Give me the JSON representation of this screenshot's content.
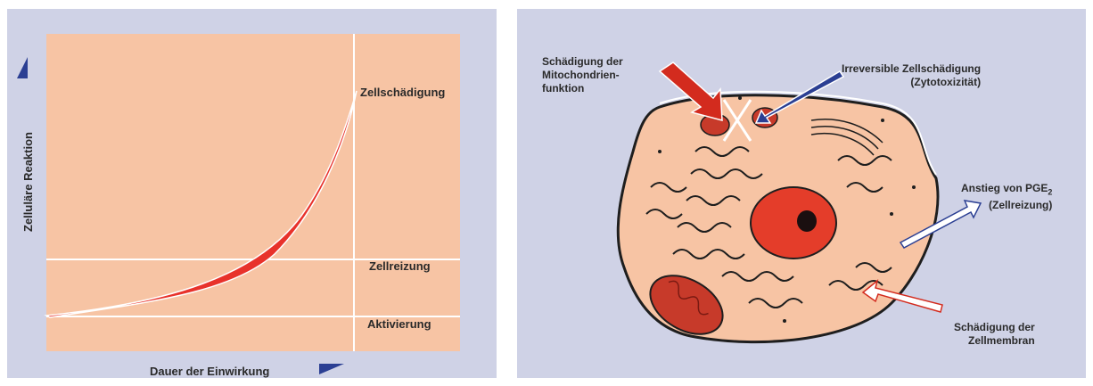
{
  "left_chart": {
    "y_axis_label": "Zelluläre Reaktion",
    "x_axis_label": "Dauer der Einwirkung",
    "zones": [
      "Zellschädigung",
      "Zellreizung",
      "Aktivierung"
    ]
  },
  "right_diagram": {
    "annotations": {
      "mitochondria": [
        "Schädigung der",
        "Mitochondrien-",
        "funktion"
      ],
      "irreversible": [
        "Irreversible Zellschädigung",
        "(Zytotoxizität)"
      ],
      "pge": [
        "Anstieg von PGE",
        "2",
        "(Zellreizung)"
      ],
      "membrane": [
        "Schädigung der",
        "Zellmembran"
      ]
    }
  },
  "colors": {
    "panel_bg": "#cfd2e6",
    "zone_fill": "#f7c4a4",
    "curve": "#e8322b",
    "triangle": "#2b3f93",
    "nucleus": "#e43d2a"
  }
}
